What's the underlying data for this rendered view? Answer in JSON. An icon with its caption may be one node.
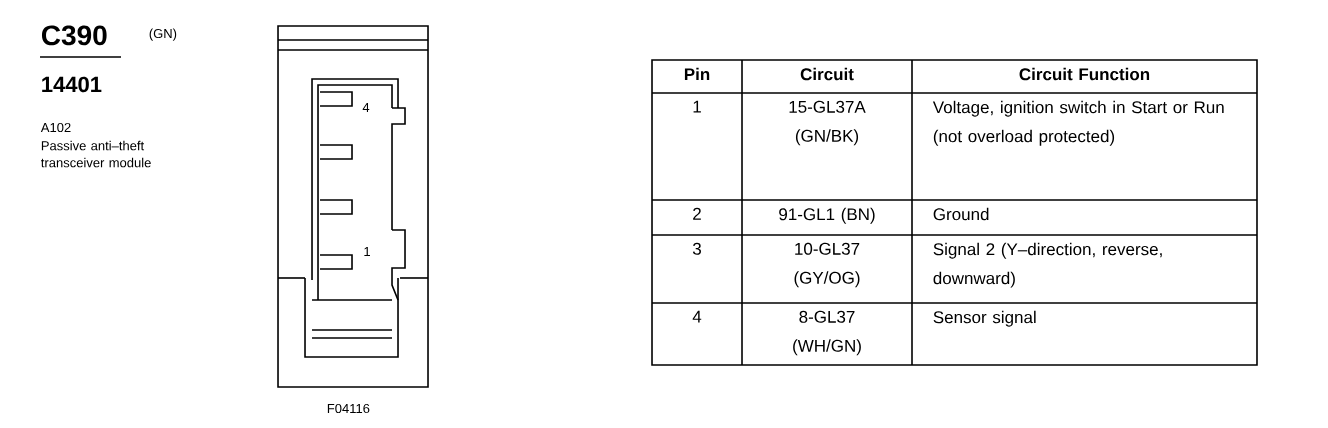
{
  "diagram": {
    "title": "C390",
    "labels": [
      "(GN)",
      "14401",
      "A102",
      "Passive anti–theft transceiver module",
      "4",
      "1",
      "F04116",
      "Pin",
      "Circuit",
      "Circuit Function",
      "1",
      "15-GL37A (GN/BK)",
      "Voltage, ignition switch in Start or Run (not overload protected)",
      "2",
      "91-GL1 (BN)",
      "Ground",
      "3",
      "10-GL37 (GY/OG)",
      "Signal 2 (Y–direction, reverse, downward)",
      "4",
      "8-GL37 (WH/GN)",
      "Sensor signal"
    ]
  }
}
